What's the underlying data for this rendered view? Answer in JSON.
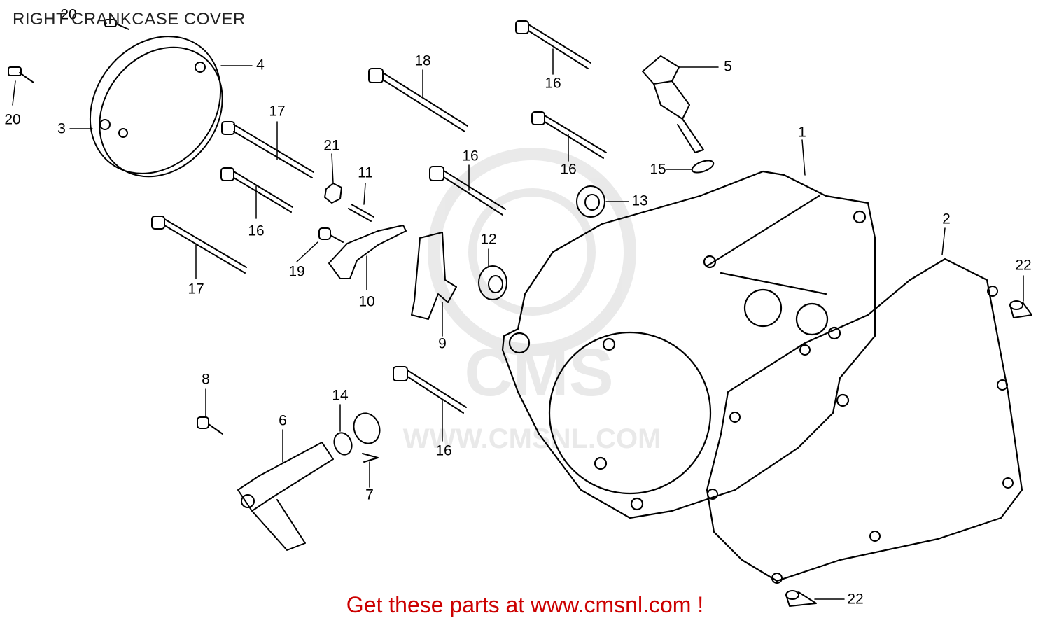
{
  "title": "RIGHT CRANKCASE COVER",
  "watermark": {
    "text": "CMS",
    "url": "WWW.CMSNL.COM",
    "color": "#d8d8d8"
  },
  "callouts": [
    {
      "id": "c1",
      "number": "1"
    },
    {
      "id": "c2",
      "number": "2"
    },
    {
      "id": "c3",
      "number": "3"
    },
    {
      "id": "c4",
      "number": "4"
    },
    {
      "id": "c5",
      "number": "5"
    },
    {
      "id": "c6",
      "number": "6"
    },
    {
      "id": "c7",
      "number": "7"
    },
    {
      "id": "c8",
      "number": "8"
    },
    {
      "id": "c9",
      "number": "9"
    },
    {
      "id": "c10",
      "number": "10"
    },
    {
      "id": "c11",
      "number": "11"
    },
    {
      "id": "c12",
      "number": "12"
    },
    {
      "id": "c13",
      "number": "13"
    },
    {
      "id": "c14",
      "number": "14"
    },
    {
      "id": "c15",
      "number": "15"
    },
    {
      "id": "c16a",
      "number": "16"
    },
    {
      "id": "c16b",
      "number": "16"
    },
    {
      "id": "c16c",
      "number": "16"
    },
    {
      "id": "c16d",
      "number": "16"
    },
    {
      "id": "c16e",
      "number": "16"
    },
    {
      "id": "c17a",
      "number": "17"
    },
    {
      "id": "c17b",
      "number": "17"
    },
    {
      "id": "c18",
      "number": "18"
    },
    {
      "id": "c19",
      "number": "19"
    },
    {
      "id": "c20a",
      "number": "20"
    },
    {
      "id": "c20b",
      "number": "20"
    },
    {
      "id": "c21",
      "number": "21"
    },
    {
      "id": "c22a",
      "number": "22"
    },
    {
      "id": "c22b",
      "number": "22"
    }
  ],
  "promo": {
    "text": "Get these parts at www.cmsnl.com !",
    "color": "#cc0000"
  },
  "line_color": "#000000"
}
